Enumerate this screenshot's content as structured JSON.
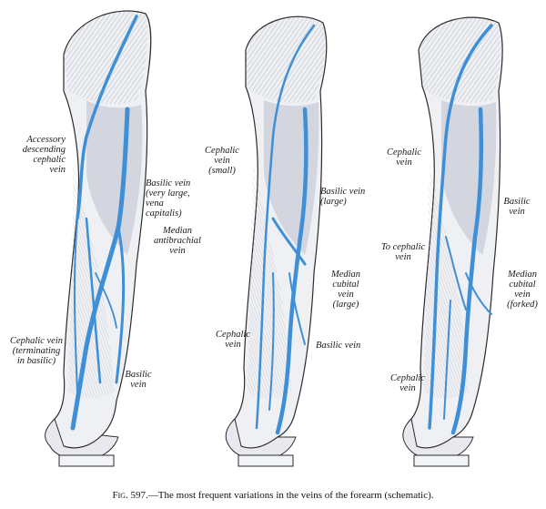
{
  "colors": {
    "vein": "#3f8fd6",
    "vein_dark": "#2a6aa8",
    "outline": "#2b2b2b",
    "muscle": "#cfd1dc",
    "hatch": "#7b7f8c"
  },
  "labels": {
    "accessory": "Accessory\ndescending\ncephalic\nvein",
    "basilic_large": "Basilic vein\n(very large,\nvena\ncapitalis)",
    "median_antibrachial": "Median\nantibrachial\nvein",
    "cephalic_terminating": "Cephalic vein\n(terminating\nin basilic)",
    "basilic_1": "Basilic\nvein",
    "cephalic_small": "Cephalic\nvein\n(small)",
    "basilic_large2": "Basilic vein\n(large)",
    "median_cubital_large": "Median\ncubital\nvein\n(large)",
    "cephalic_2": "Cephalic\nvein",
    "basilic_2": "Basilic vein",
    "cephalic_3": "Cephalic\nvein",
    "basilic_3": "Basilic\nvein",
    "to_cephalic": "To cephalic\nvein",
    "median_cubital_forked": "Median\ncubital\nvein\n(forked)",
    "cephalic_4": "Cephalic\nvein"
  },
  "caption": {
    "fig": "Fig. 597.",
    "text": "—The most frequent variations in the veins of the forearm (schematic)."
  }
}
